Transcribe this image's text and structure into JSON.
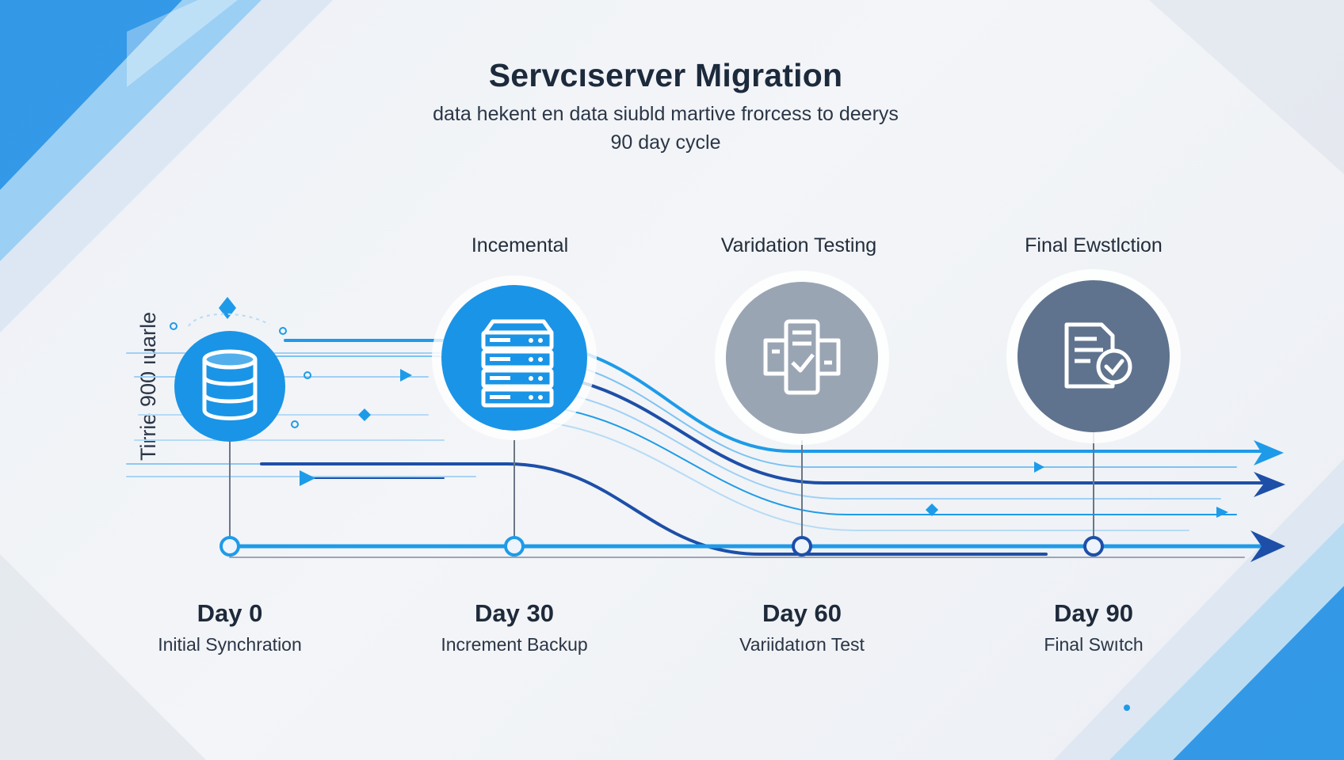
{
  "title": "Servcıserver Migration",
  "subtitle_line1": "data hekent en data siubld martive frorcess to deerys",
  "subtitle_line2": "90 day cycle",
  "axis_label": "Tirrie 900 ıuarle",
  "colors": {
    "accent_blue": "#1e9be8",
    "deep_blue": "#1d4fa8",
    "slate_gray": "#98a3b3",
    "slate_blue": "#5f738e",
    "background": "#eef1f6"
  },
  "milestones": [
    {
      "phase": "",
      "day": "Day  0",
      "desc": "Initial Synchration",
      "icon": "database-icon"
    },
    {
      "phase": "Incemental",
      "day": "Day 30",
      "desc": "Increment Backup",
      "icon": "server-rack-icon"
    },
    {
      "phase": "Varidation Testing",
      "day": "Day 60",
      "desc": "Variidatıσn Test",
      "icon": "checklist-document-icon"
    },
    {
      "phase": "Final Ewstlction",
      "day": "Day 90",
      "desc": "Final Swıtch",
      "icon": "document-check-icon"
    }
  ]
}
